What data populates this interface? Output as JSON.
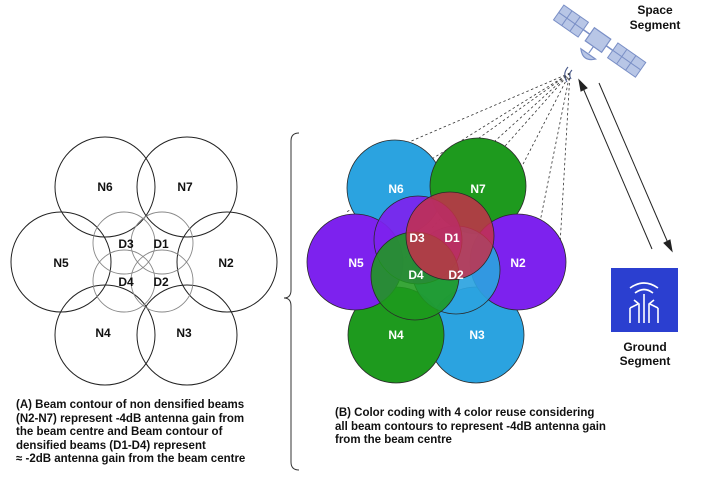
{
  "colors": {
    "cyan": "#2ba3e0",
    "green": "#1e9a1e",
    "purple": "#7d22ee",
    "red": "#c4304a",
    "ground_blue": "#2b3fd0",
    "satellite_body": "#b8c6e6",
    "satellite_stroke": "#7a8fc6"
  },
  "diagram_a": {
    "outer_beams": [
      "N6",
      "N7",
      "N5",
      "N2",
      "N4",
      "N3"
    ],
    "inner_beams": [
      "D3",
      "D1",
      "D4",
      "D2"
    ],
    "caption_lines": [
      "(A) Beam contour of non densified beams",
      "(N2-N7) represent -4dB antenna gain from",
      "the beam centre and Beam contour of",
      "densified beams (D1-D4) represent",
      "≈ -2dB antenna gain from the beam centre"
    ]
  },
  "diagram_b": {
    "outer_beams": [
      "N6",
      "N7",
      "N5",
      "N2",
      "N4",
      "N3"
    ],
    "inner_beams": [
      "D3",
      "D1",
      "D4",
      "D2"
    ],
    "caption_lines": [
      "(B) Color coding with 4 color reuse considering",
      "all beam contours to represent -4dB antenna gain",
      "from the beam centre"
    ]
  },
  "space_segment": {
    "line1": "Space",
    "line2": "Segment",
    "icon": "satellite-icon"
  },
  "ground_segment": {
    "line1": "Ground",
    "line2": "Segment",
    "icon": "ground-station-icon"
  }
}
